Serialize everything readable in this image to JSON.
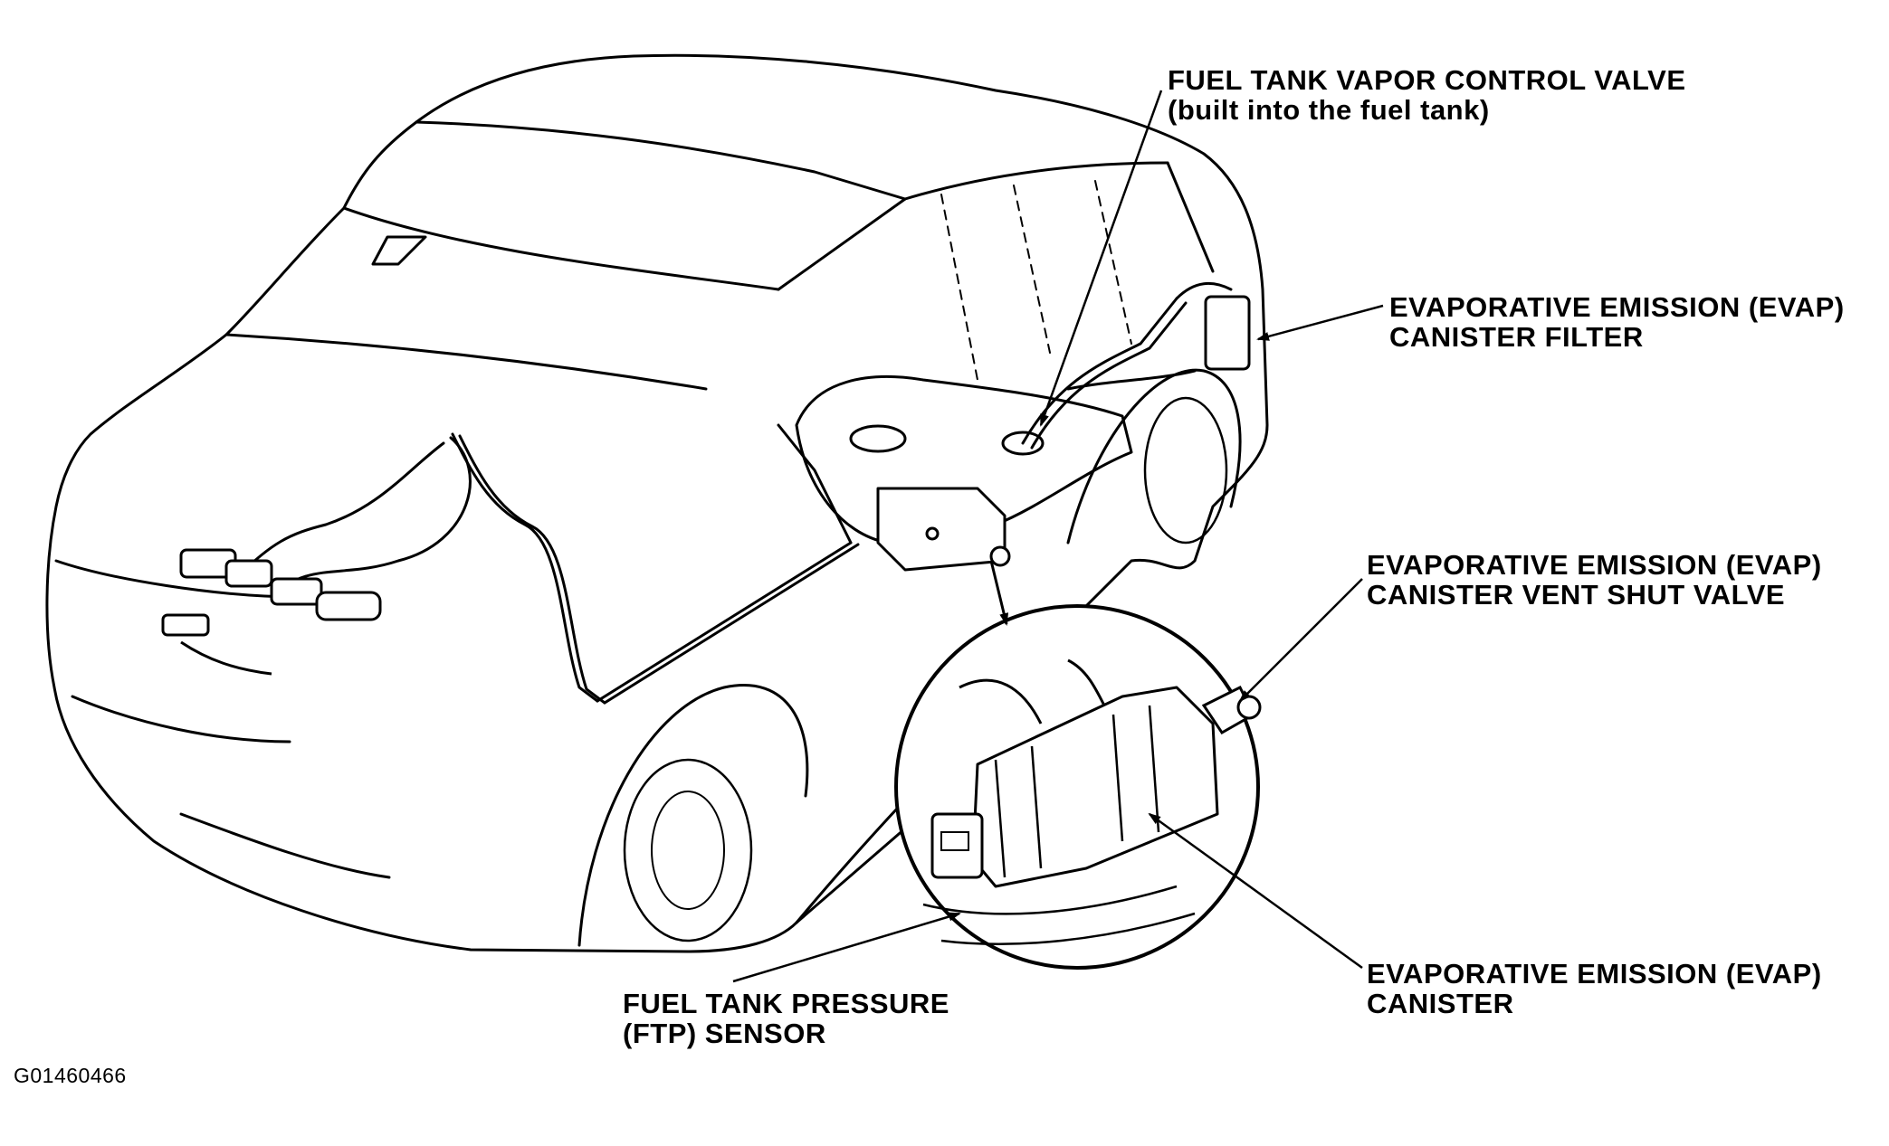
{
  "labels": {
    "vapor_valve_line1": "FUEL TANK VAPOR CONTROL VALVE",
    "vapor_valve_line2": "(built into the fuel tank)",
    "canister_filter_line1": "EVAPORATIVE EMISSION (EVAP)",
    "canister_filter_line2": "CANISTER FILTER",
    "vent_shut_line1": "EVAPORATIVE EMISSION (EVAP)",
    "vent_shut_line2": "CANISTER VENT SHUT VALVE",
    "canister_line1": "EVAPORATIVE EMISSION (EVAP)",
    "canister_line2": "CANISTER",
    "ftp_line1": "FUEL TANK PRESSURE",
    "ftp_line2": "(FTP) SENSOR"
  },
  "figure_id": "G01460466",
  "colors": {
    "ink": "#000000",
    "paper": "#ffffff"
  }
}
